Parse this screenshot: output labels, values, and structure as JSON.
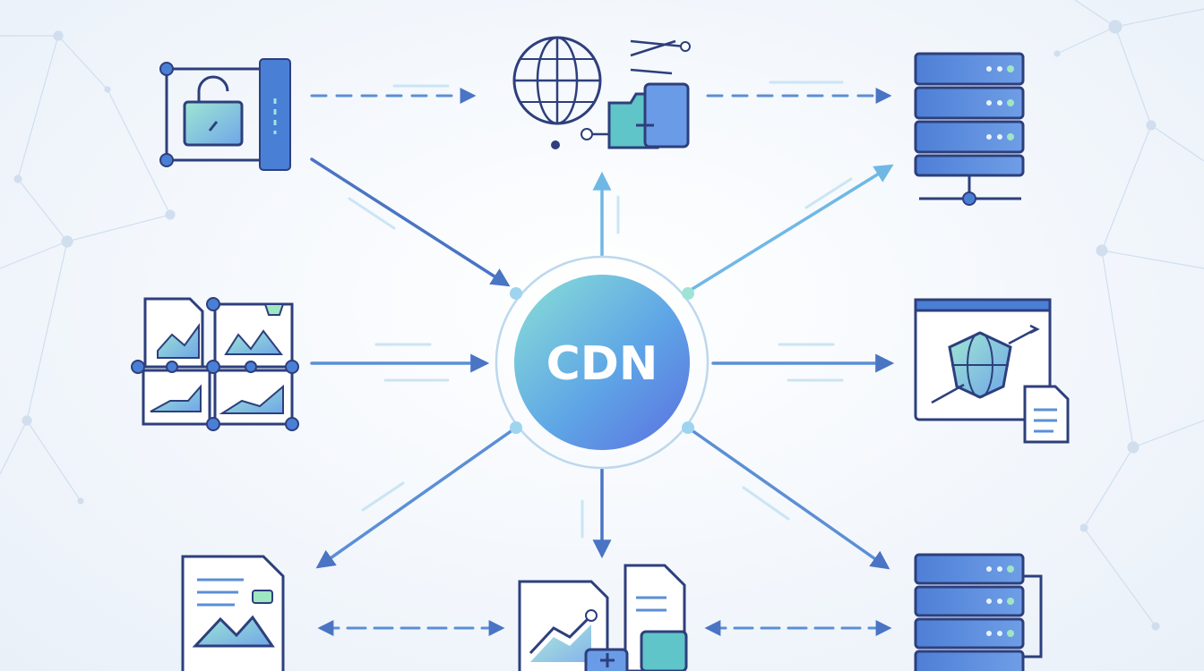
{
  "hub": {
    "label": "CDN"
  },
  "colors": {
    "line_dark": "#3d5fb0",
    "line_mid": "#5b8fd6",
    "line_light": "#7cc3e6",
    "icon_fill": "#cfe6f7",
    "icon_fill_green": "#9fe0c6",
    "server_blue": "#5a86d8",
    "hub_gradient_start": "#8ae0d6",
    "hub_gradient_end": "#5b7fe0",
    "network_bg": "#c7d8ec"
  },
  "nodes": [
    {
      "id": "secure-gateway",
      "icon": "padlock-frame-icon"
    },
    {
      "id": "global-network",
      "icon": "globe-folder-icon"
    },
    {
      "id": "origin-server-top",
      "icon": "server-rack-icon"
    },
    {
      "id": "analytics-grid",
      "icon": "chart-grid-icon"
    },
    {
      "id": "web-delivery",
      "icon": "browser-globe-icon"
    },
    {
      "id": "static-document",
      "icon": "document-image-icon"
    },
    {
      "id": "media-files",
      "icon": "file-stack-icon"
    },
    {
      "id": "origin-server-bottom",
      "icon": "server-rack-icon"
    }
  ]
}
